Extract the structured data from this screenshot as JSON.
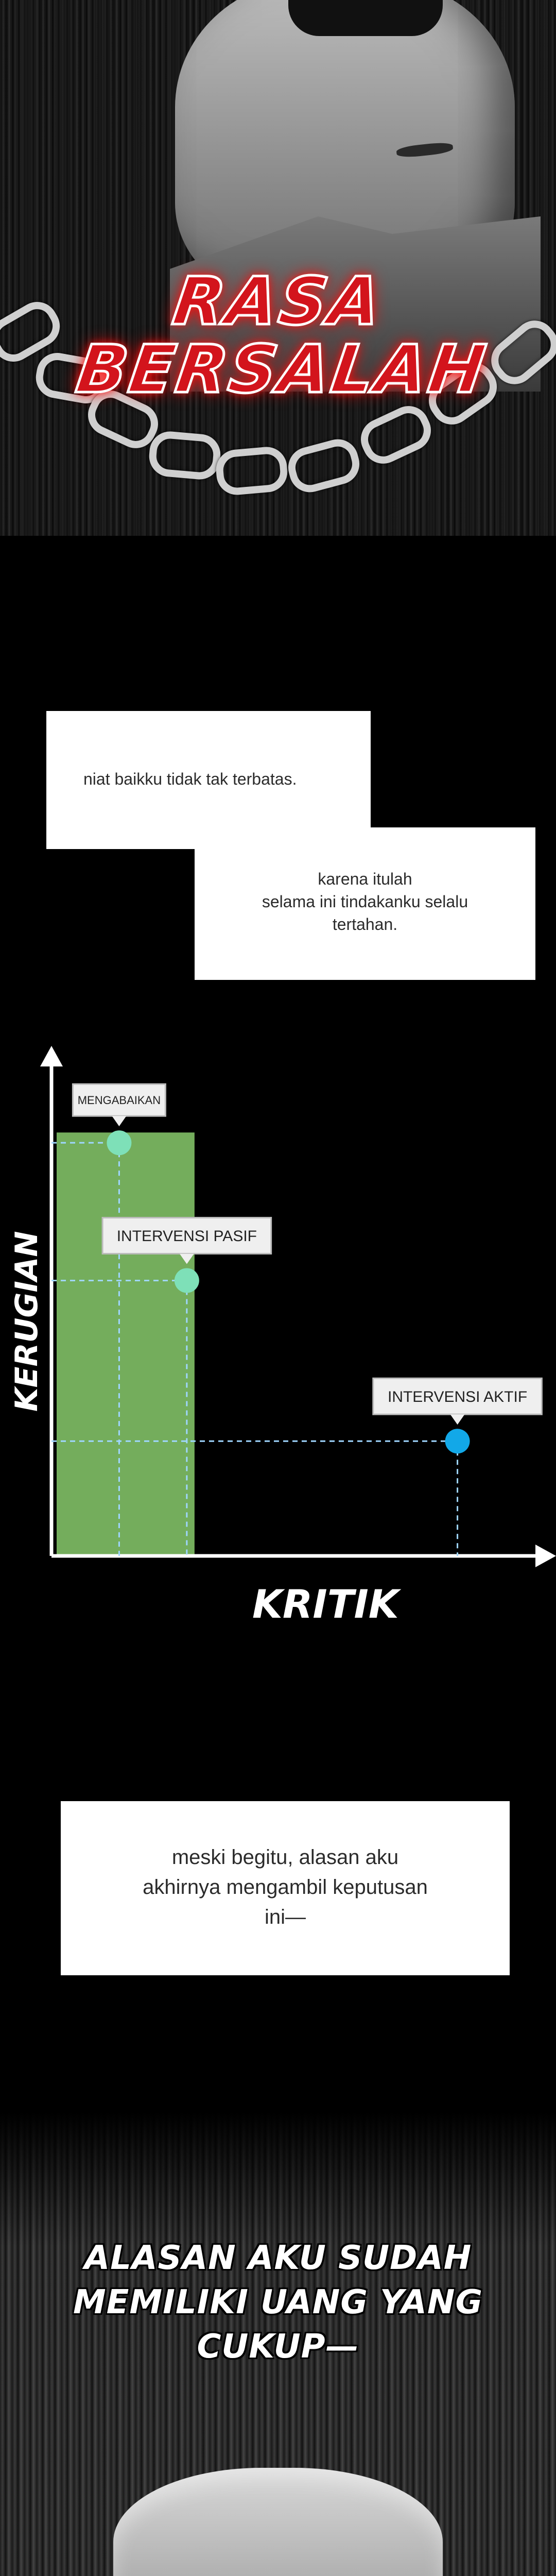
{
  "title": {
    "line1": "RASA",
    "line2": "BERSALAH"
  },
  "captions": {
    "first": "niat baikku tidak tak terbatas.",
    "second": "karena itulah\nselama ini tindakanku selalu\ntertahan.",
    "third": "meski begitu, alasan aku\nakhirnya mengambil keputusan\nini—"
  },
  "chart_data": {
    "type": "scatter",
    "xlabel": "KRITIK",
    "ylabel": "KERUGIAN",
    "points": [
      {
        "label": "MENGABAIKAN",
        "x": 1,
        "y": 9,
        "color": "#7ee0b8"
      },
      {
        "label": "INTERVENSI PASIF",
        "x": 2,
        "y": 6,
        "color": "#7ee0b8"
      },
      {
        "label": "INTERVENSI AKTIF",
        "x": 6,
        "y": 2.5,
        "color": "#12a8e8"
      }
    ],
    "highlight_region": {
      "x_from": 0,
      "x_to": 2,
      "color": "#74ad5c"
    },
    "xlim": [
      0,
      7
    ],
    "ylim": [
      0,
      11
    ]
  },
  "closing_text": "ALASAN AKU SUDAH\nMEMILIKI UANG YANG\nCUKUP—"
}
